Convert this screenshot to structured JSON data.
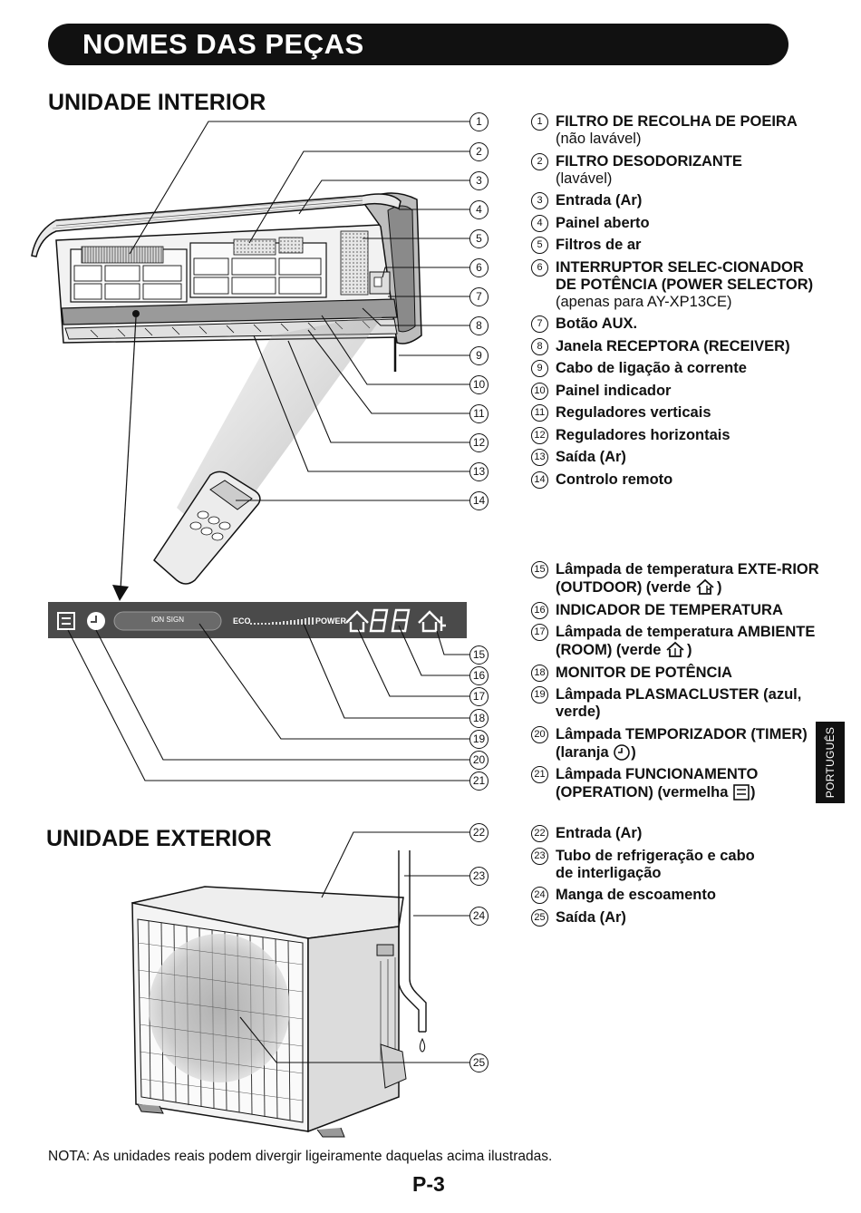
{
  "page": {
    "title": "NOMES DAS PEÇAS",
    "section_indoor": "UNIDADE INTERIOR",
    "section_outdoor": "UNIDADE EXTERIOR",
    "language_tab": "PORTUGUÊS",
    "note": "NOTA: As unidades reais podem divergir ligeiramente daquelas acima ilustradas.",
    "page_number": "P-3"
  },
  "indoor_parts": [
    {
      "num": "1",
      "text": "FILTRO DE RECOLHA DE POEIRA",
      "extra": " (não lavável)"
    },
    {
      "num": "2",
      "text": "FILTRO DESODORIZANTE",
      "extra": "(lavável)"
    },
    {
      "num": "3",
      "text": "Entrada (Ar)"
    },
    {
      "num": "4",
      "text": "Painel aberto"
    },
    {
      "num": "5",
      "text": "Filtros de ar"
    },
    {
      "num": "6",
      "text": "INTERRUPTOR SELEC-CIONADOR DE POTÊNCIA (POWER SELECTOR)",
      "extra": "(apenas para AY-XP13CE)"
    },
    {
      "num": "7",
      "text": "Botão AUX."
    },
    {
      "num": "8",
      "text": "Janela RECEPTORA (RECEIVER)"
    },
    {
      "num": "9",
      "text": "Cabo de ligação à corrente"
    },
    {
      "num": "10",
      "text": "Painel indicador"
    },
    {
      "num": "11",
      "text": "Reguladores verticais"
    },
    {
      "num": "12",
      "text": "Reguladores horizontais"
    },
    {
      "num": "13",
      "text": "Saída (Ar)"
    },
    {
      "num": "14",
      "text": "Controlo remoto"
    }
  ],
  "indicator_parts": [
    {
      "num": "15",
      "text": "Lâmpada de temperatura EXTE-RIOR (OUTDOOR) (verde",
      "close": ")"
    },
    {
      "num": "16",
      "text": "INDICADOR DE TEMPERATURA"
    },
    {
      "num": "17",
      "text": "Lâmpada de temperatura AMBIENTE (ROOM) (verde",
      "close": ")"
    },
    {
      "num": "18",
      "text": "MONITOR DE POTÊNCIA"
    },
    {
      "num": "19",
      "text": "Lâmpada PLASMACLUSTER (azul, verde)"
    },
    {
      "num": "20",
      "text": "Lâmpada TEMPORIZADOR (TIMER) (laranja",
      "close": ")"
    },
    {
      "num": "21",
      "text": "Lâmpada FUNCIONAMENTO (OPERATION) (vermelha",
      "close": ")"
    }
  ],
  "outdoor_parts": [
    {
      "num": "22",
      "text": "Entrada (Ar)"
    },
    {
      "num": "23",
      "text": "Tubo de refrigeração e cabo de interligação"
    },
    {
      "num": "24",
      "text": "Manga de escoamento"
    },
    {
      "num": "25",
      "text": "Saída (Ar)"
    }
  ],
  "indicator_panel": {
    "ion_sign": "ION SIGN",
    "eco": "ECO",
    "power": "POWER",
    "digits": "88"
  }
}
